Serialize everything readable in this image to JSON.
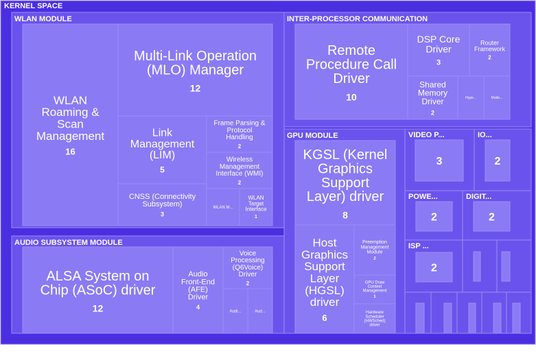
{
  "chart_data": {
    "type": "treemap",
    "root": {
      "name": "KERNEL SPACE",
      "children": [
        {
          "name": "WLAN MODULE",
          "children": [
            {
              "name": "WLAN Roaming & Scan Management",
              "value": 16
            },
            {
              "name": "Multi-Link Operation (MLO) Manager",
              "value": 12
            },
            {
              "name": "Link Management (LIM)",
              "value": 5
            },
            {
              "name": "Frame Parsing & Protocol Handling",
              "value": 2
            },
            {
              "name": "Wireless Management Interface (WMI)",
              "value": 2
            },
            {
              "name": "CNSS (Connectivity Subsystem)",
              "value": 3
            },
            {
              "name": "WLAN M...",
              "value": 1
            },
            {
              "name": "WLAN Target Interface",
              "value": 1
            }
          ]
        },
        {
          "name": "AUDIO SUBSYSTEM MODULE",
          "children": [
            {
              "name": "ALSA System on Chip (ASoC) driver",
              "value": 12
            },
            {
              "name": "Audio Front-End (AFE) Driver",
              "value": 4
            },
            {
              "name": "Voice Processing (Q6Voice) Driver",
              "value": 2
            },
            {
              "name": "Audi...",
              "value": 1
            },
            {
              "name": "Aud...",
              "value": 1
            }
          ]
        },
        {
          "name": "INTER-PROCESSOR COMMUNICATION",
          "children": [
            {
              "name": "Remote Procedure Call Driver",
              "value": 10
            },
            {
              "name": "DSP Core Driver",
              "value": 3
            },
            {
              "name": "Router Framework",
              "value": 2
            },
            {
              "name": "Shared Memory Driver",
              "value": 2
            },
            {
              "name": "Hype...",
              "value": 1
            },
            {
              "name": "Mode...",
              "value": 1
            }
          ]
        },
        {
          "name": "GPU MODULE",
          "children": [
            {
              "name": "KGSL (Kernel Graphics Support Layer) driver",
              "value": 8
            },
            {
              "name": "Host Graphics Support Layer (HGSL) driver",
              "value": 6
            },
            {
              "name": "Preemption Management Module",
              "value": 2
            },
            {
              "name": "GPU Draw Context Management",
              "value": 1
            },
            {
              "name": "Hardware Scheduler (HWSched) driver",
              "value": 1
            }
          ]
        },
        {
          "name": "VIDEO P...",
          "value": 3
        },
        {
          "name": "IO...",
          "value": 2
        },
        {
          "name": "POWE...",
          "value": 2
        },
        {
          "name": "DIGIT...",
          "value": 2
        },
        {
          "name": "ISP ...",
          "value": 2
        },
        {
          "name": "",
          "value": 1
        },
        {
          "name": "",
          "value": 1
        },
        {
          "name": "",
          "value": 1
        },
        {
          "name": "",
          "value": 1
        },
        {
          "name": "",
          "value": 1
        },
        {
          "name": "",
          "value": 1
        },
        {
          "name": "",
          "value": 1
        }
      ]
    }
  },
  "colors": {
    "background": "#ffffff",
    "root": "#4b2ee0",
    "group": "#6a53ec",
    "leaf": "#8a7af4",
    "border": "#9b8ef7",
    "text": "#ffffff"
  }
}
